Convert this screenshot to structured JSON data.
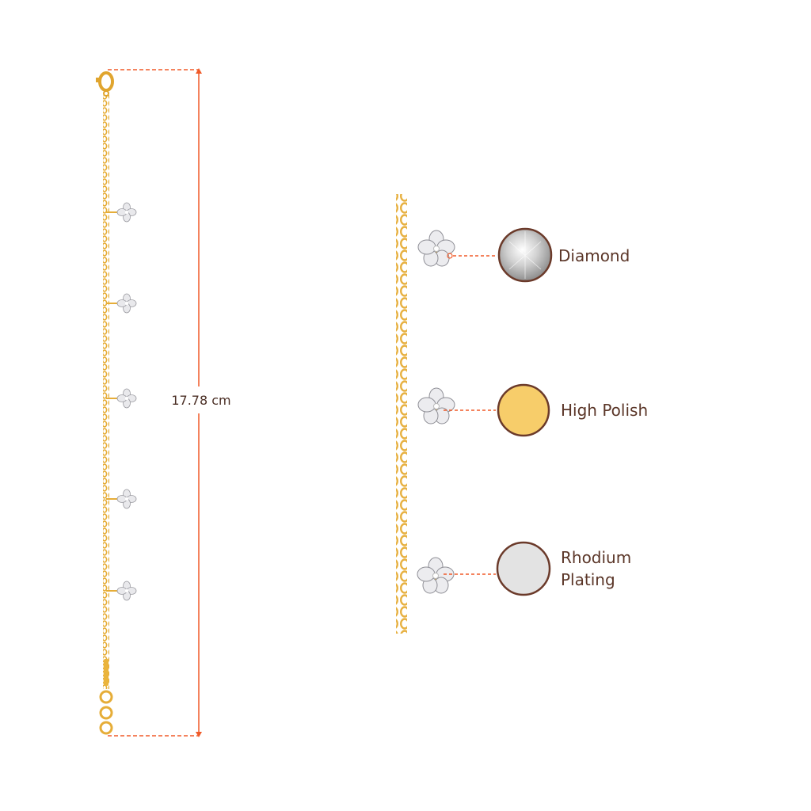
{
  "dimension": {
    "length_label": "17.78 cm"
  },
  "features": [
    {
      "label": "Diamond",
      "swatch": "diamond"
    },
    {
      "label": "High Polish",
      "swatch": "#f7cd6a"
    },
    {
      "label_line1": "Rhodium",
      "label_line2": "Plating",
      "swatch": "#e3e3e3"
    }
  ],
  "colors": {
    "gold": "#eab43c",
    "accent_line": "#f05a28",
    "text": "#5a3527",
    "swatch_border": "#6b3a2a"
  }
}
